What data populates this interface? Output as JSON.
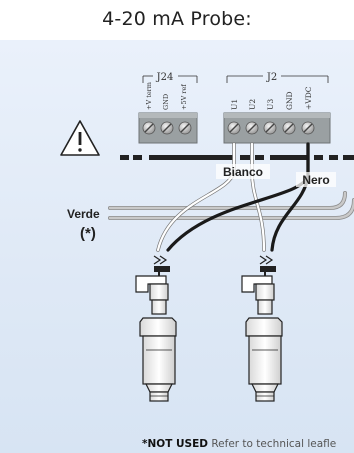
{
  "title": "4-20 mA Probe:",
  "connectors": {
    "j24": {
      "name": "J24",
      "pins": [
        "+V term",
        "GND",
        "+5V ref"
      ]
    },
    "j2": {
      "name": "J2",
      "pins": [
        "U1",
        "U2",
        "U3",
        "GND",
        "+VDC"
      ]
    }
  },
  "wires": {
    "white_label": "Bianco",
    "black_label": "Nero",
    "green_label": "Verde",
    "green_note": "(*)"
  },
  "footnote": {
    "emphasis": "*NOT USED",
    "rest": " Refer to technical leafle"
  },
  "colors": {
    "panel": "#dfe9f6",
    "terminal_block": "#9aa0a2",
    "wire_white": "#ffffff",
    "wire_black": "#1a1a1a",
    "wire_green_grey": "#b8b8b8"
  }
}
